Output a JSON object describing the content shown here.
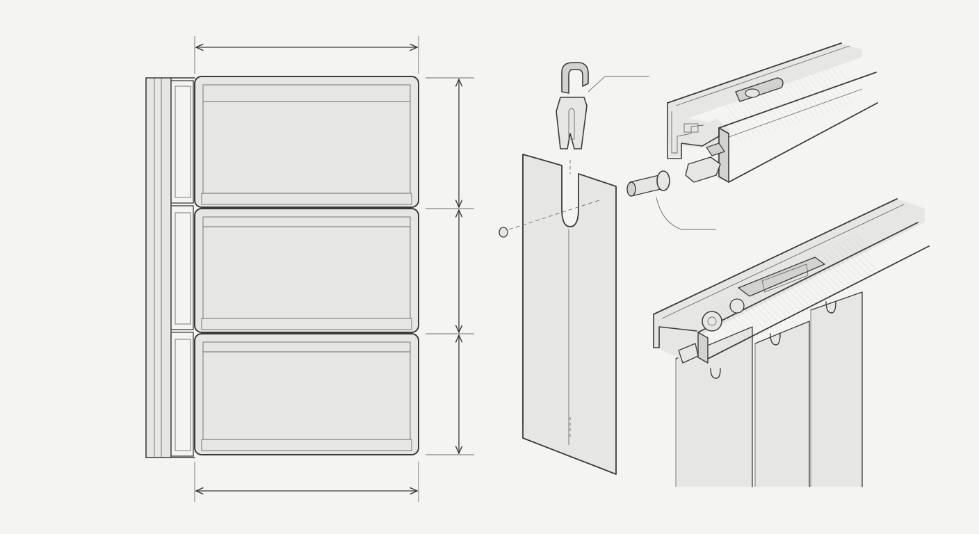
{
  "sheet": {
    "paper_color": "#f4f4f2",
    "ink_color": "#3a3a3a"
  },
  "figures": {
    "front_elevation": {
      "panel_count": 3
    },
    "exploded_detail": {
      "parts": [
        "hook",
        "panel-slot",
        "pin",
        "washer",
        "track-profile"
      ]
    },
    "track_assembly": {
      "hanging_panel_count": 3
    }
  }
}
